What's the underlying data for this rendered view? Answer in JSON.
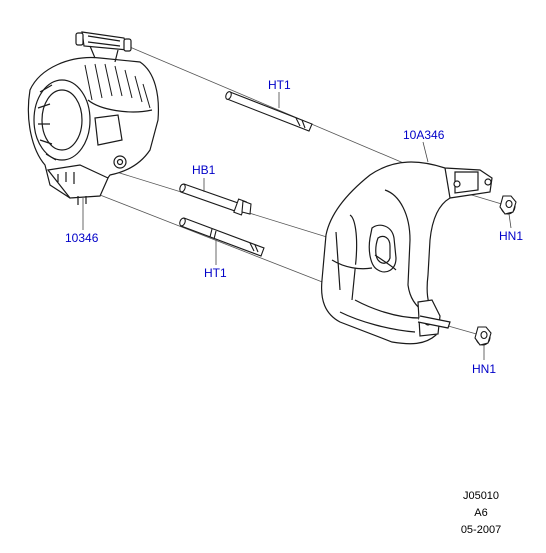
{
  "colors": {
    "callout": "#0000c8",
    "line": "#1a1a1a",
    "leader": "#444444"
  },
  "callouts": {
    "ht1_top": "HT1",
    "hb1": "HB1",
    "ht1_bottom": "HT1",
    "alternator": "10346",
    "bracket": "10A346",
    "hn1_right": "HN1",
    "hn1_bottom": "HN1"
  },
  "footer": {
    "drawing_number": "J05010",
    "revision": "A6",
    "date": "05-2007"
  }
}
